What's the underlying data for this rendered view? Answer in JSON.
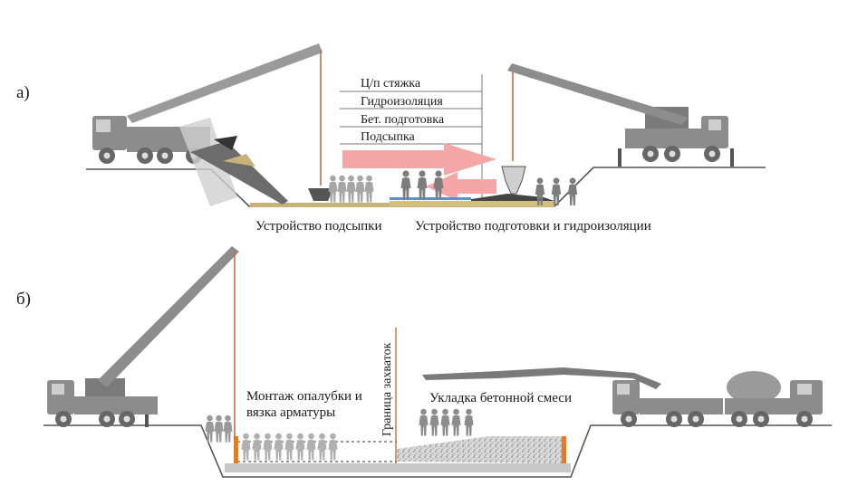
{
  "panel_a": {
    "label": "а)",
    "layers": [
      "Ц/п стяжка",
      "Гидроизоляция",
      "Бет. подготовка",
      "Подсыпка"
    ],
    "caption_left": "Устройство подсыпки",
    "caption_right": "Устройство подготовки и гидроизоляции"
  },
  "panel_b": {
    "label": "б)",
    "caption_left_line1": "Монтаж опалубки и",
    "caption_left_line2": "вязка арматуры",
    "caption_right": "Укладка бетонной смеси",
    "boundary_label": "Граница захваток"
  },
  "colors": {
    "machine": "#8c8c8c",
    "machine_dark": "#555555",
    "boom": "#9a9a9a",
    "cable": "#c8703a",
    "people": "#9d9d9d",
    "arrow": "#f2a0a0",
    "orange": "#e87a1e",
    "fill_sand": "#c9b27a",
    "waterproof": "#5a8fd0"
  }
}
